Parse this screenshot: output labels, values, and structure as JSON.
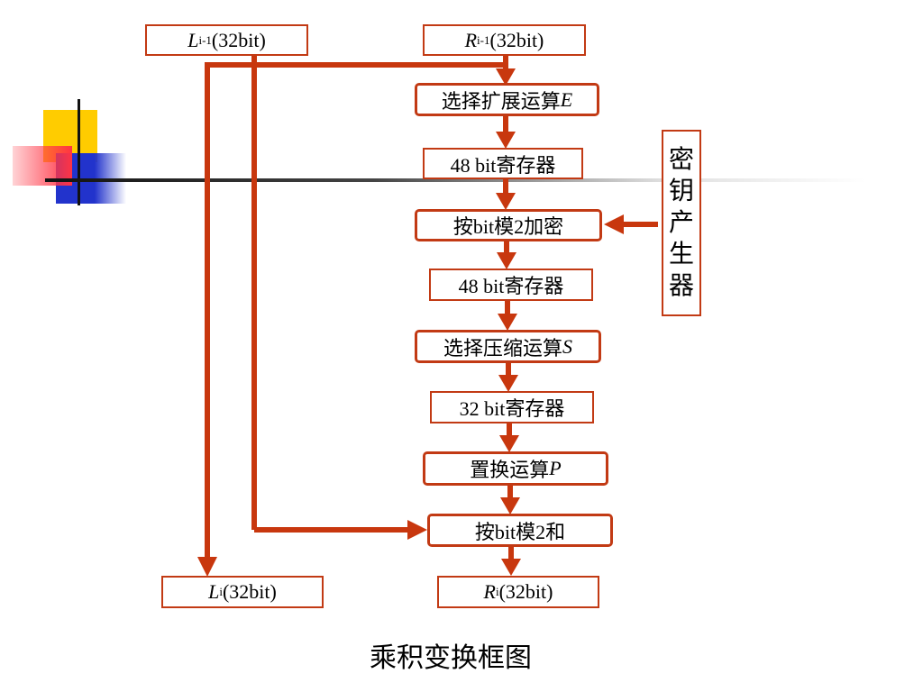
{
  "diagram": {
    "top_left_box": {
      "var": "L",
      "sub": "i-1",
      "text": "(32bit)"
    },
    "top_right_box": {
      "var": "R",
      "sub": "i-1",
      "text": "(32bit)"
    },
    "stages": [
      {
        "text": "选择扩展运算 ",
        "var": "E"
      },
      {
        "text": "48 bit寄存器",
        "var": ""
      },
      {
        "text": "按bit模2加密",
        "var": ""
      },
      {
        "text": "48 bit寄存器",
        "var": ""
      },
      {
        "text": "选择压缩运算 ",
        "var": "S"
      },
      {
        "text": "32 bit寄存器",
        "var": ""
      },
      {
        "text": "置换运算 ",
        "var": "P"
      },
      {
        "text": "按bit模2和",
        "var": ""
      }
    ],
    "key_generator": [
      "密",
      "钥",
      "产",
      "生",
      "器"
    ],
    "bottom_left_box": {
      "var": "L",
      "sub": "i",
      "text": " (32bit)"
    },
    "bottom_right_box": {
      "var": "R",
      "sub": "i",
      "text": " (32bit)"
    }
  },
  "caption": "乘积变换框图",
  "colors": {
    "accent": "#c23a14"
  }
}
